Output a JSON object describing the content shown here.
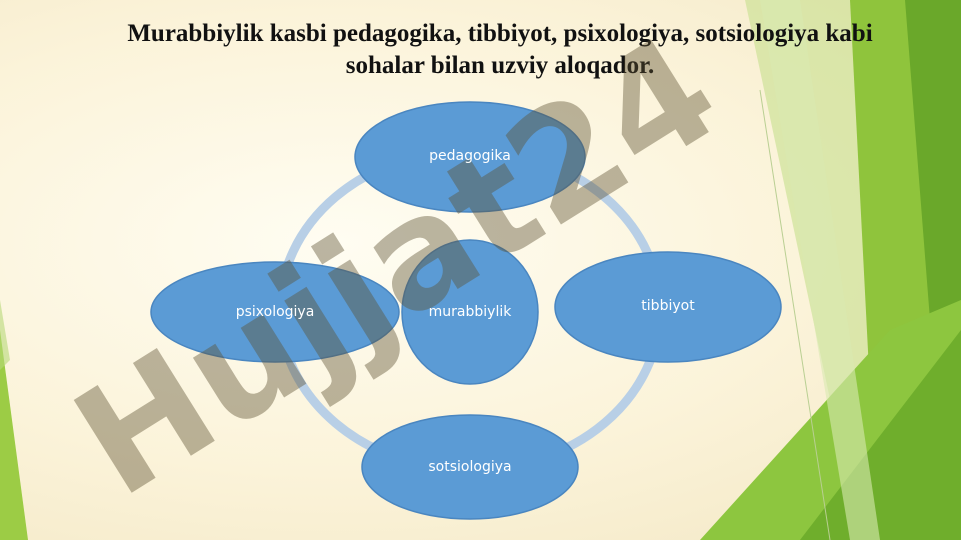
{
  "title": "Murabbiylik kasbi pedagogika, tibbiyot, psixologiya, sotsiologiya kabi sohalar bilan uzviy aloqador.",
  "diagram": {
    "center": "murabbiylik",
    "nodes": {
      "top": "pedagogika",
      "right": "tibbiyot",
      "bottom": "sotsiologiya",
      "left": "psixologiya"
    }
  },
  "watermark": {
    "text": "Hujjat24"
  },
  "colors": {
    "node_fill": "#5b9bd5",
    "node_stroke": "#4a86c0",
    "ring": "#b8cfe6",
    "accent_green": "#8dc63f",
    "dark_green": "#5a9a1f"
  }
}
